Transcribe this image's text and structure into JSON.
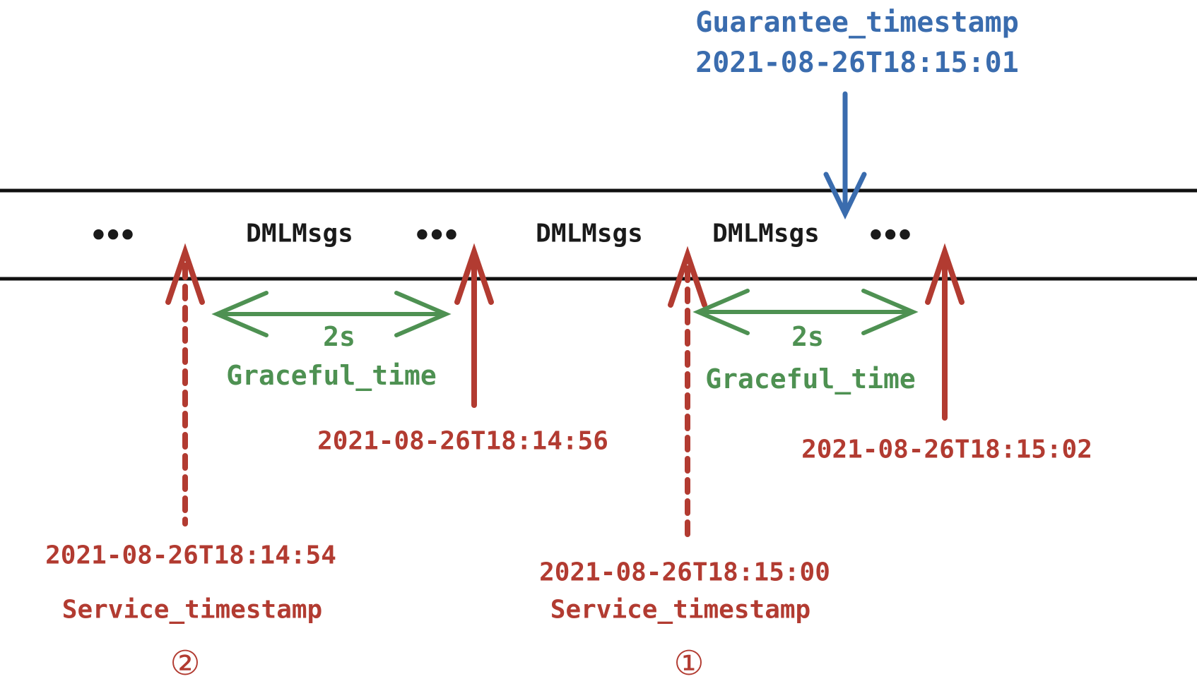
{
  "colors": {
    "accent_blue": "#3A6CAE",
    "accent_red": "#B23B31",
    "accent_green": "#4E9152",
    "line_black": "#111111",
    "background": "#FFFFFF"
  },
  "guarantee": {
    "label": "Guarantee_timestamp",
    "timestamp": "2021-08-26T18:15:01"
  },
  "stream": {
    "items": [
      "●●●",
      "DMLMsgs",
      "●●●",
      "DMLMsgs",
      "DMLMsgs",
      "●●●"
    ]
  },
  "graceful_left": {
    "duration": "2s",
    "label": "Graceful_time"
  },
  "graceful_right": {
    "duration": "2s",
    "label": "Graceful_time"
  },
  "searched_left": {
    "timestamp": "2021-08-26T18:14:56"
  },
  "searched_right": {
    "timestamp": "2021-08-26T18:15:02"
  },
  "service_left": {
    "timestamp": "2021-08-26T18:14:54",
    "label": "Service_timestamp",
    "marker": "②"
  },
  "service_mid": {
    "timestamp": "2021-08-26T18:15:00",
    "label": "Service_timestamp",
    "marker": "①"
  }
}
